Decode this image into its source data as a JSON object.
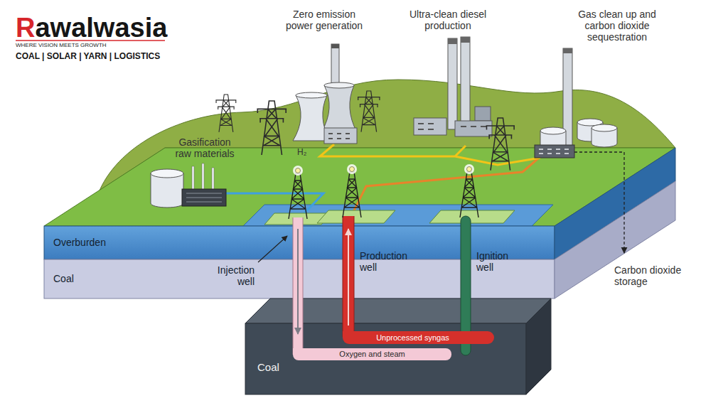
{
  "diagram": {
    "nodes": [
      {
        "text": [
          "Unprocessed syngas"
        ]
      },
      {
        "text": [
          "Oxygen and steam"
        ]
      }
    ],
    "labels": [
      "Rawalwasia",
      "WHERE VISION MEETS GROWTH",
      "COAL | SOLAR | YARN | LOGISTICS",
      "Zero emission power generation",
      "Ultra-clean diesel production",
      "Gas clean up and carbon dioxide sequestration",
      "Gasification raw materials",
      "H₂",
      "Overburden",
      "Injection well",
      "Production well",
      "Ignition well",
      "Carbon dioxide storage",
      "Coal",
      "Coal"
    ]
  }
}
